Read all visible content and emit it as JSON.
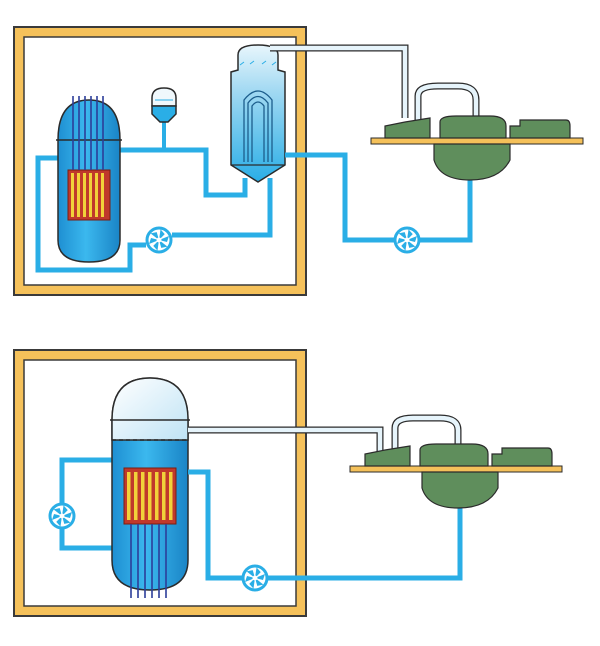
{
  "diagram": {
    "panels": [
      {
        "name": "pressurized-water-reactor",
        "elements": [
          "containment",
          "reactor-vessel",
          "pressurizer",
          "steam-generator",
          "primary-pump",
          "feedwater-pump",
          "turbine-generator"
        ]
      },
      {
        "name": "boiling-water-reactor",
        "elements": [
          "containment",
          "reactor-vessel",
          "recirculation-pump",
          "feedwater-pump",
          "turbine-generator"
        ]
      }
    ]
  },
  "colors": {
    "containment": "#f5c15a",
    "water": "#2aaee6",
    "steam": "#d8eef8",
    "turbine": "#5f8e5c",
    "fuel_red": "#c0392b",
    "fuel_yellow": "#f1d23a",
    "control_rod": "#2c3e9a",
    "outline": "#2b2b2b"
  }
}
